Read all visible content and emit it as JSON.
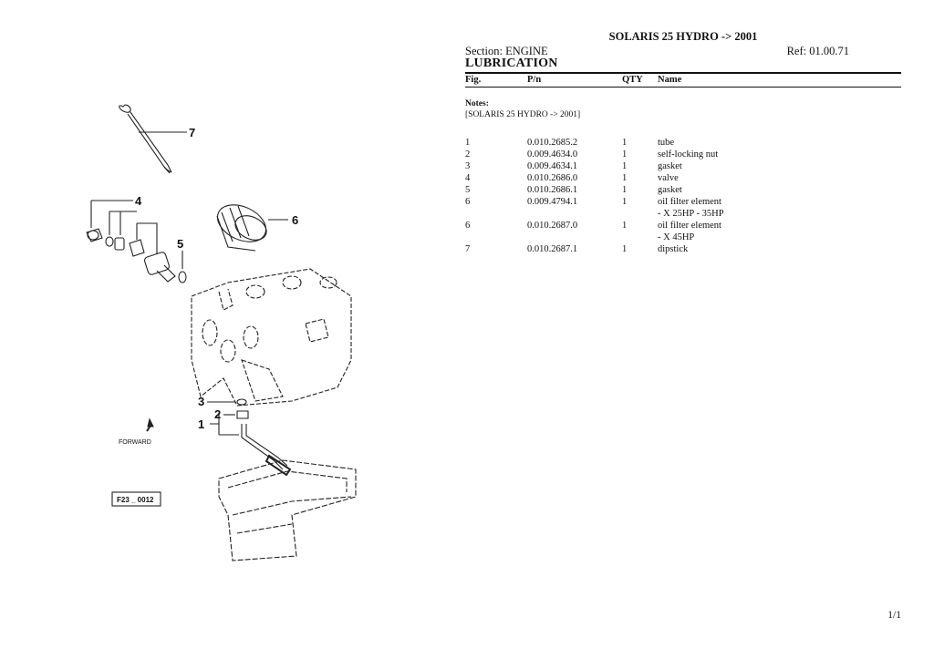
{
  "header": {
    "title": "SOLARIS 25 HYDRO -> 2001",
    "section": "Section: ENGINE",
    "ref": "Ref: 01.00.71",
    "heading": "LUBRICATION"
  },
  "columns": {
    "fig": "Fig.",
    "pn": "P/n",
    "qty": "QTY",
    "name": "Name"
  },
  "notes": {
    "label": "Notes:",
    "text": "[SOLARIS 25 HYDRO -> 2001]"
  },
  "parts": [
    {
      "fig": "1",
      "pn": "0.010.2685.2",
      "qty": "1",
      "name": "tube"
    },
    {
      "fig": "2",
      "pn": "0.009.4634.0",
      "qty": "1",
      "name": "self-locking nut"
    },
    {
      "fig": "3",
      "pn": "0.009.4634.1",
      "qty": "1",
      "name": "gasket"
    },
    {
      "fig": "4",
      "pn": "0.010.2686.0",
      "qty": "1",
      "name": "valve"
    },
    {
      "fig": "5",
      "pn": "0.010.2686.1",
      "qty": "1",
      "name": "gasket"
    },
    {
      "fig": "6",
      "pn": "0.009.4794.1",
      "qty": "1",
      "name": "oil filter element"
    },
    {
      "fig": "",
      "pn": "",
      "qty": "",
      "name": "- X 25HP - 35HP"
    },
    {
      "fig": "6",
      "pn": "0.010.2687.0",
      "qty": "1",
      "name": "oil filter element"
    },
    {
      "fig": "",
      "pn": "",
      "qty": "",
      "name": "- X 45HP"
    },
    {
      "fig": "7",
      "pn": "0.010.2687.1",
      "qty": "1",
      "name": "dipstick"
    }
  ],
  "diagram": {
    "callouts": [
      "7",
      "4",
      "6",
      "5",
      "3",
      "2",
      "1"
    ],
    "forward_label": "FORWARD",
    "figure_code": "F23 _ 0012"
  },
  "footer": {
    "page": "1/1"
  }
}
